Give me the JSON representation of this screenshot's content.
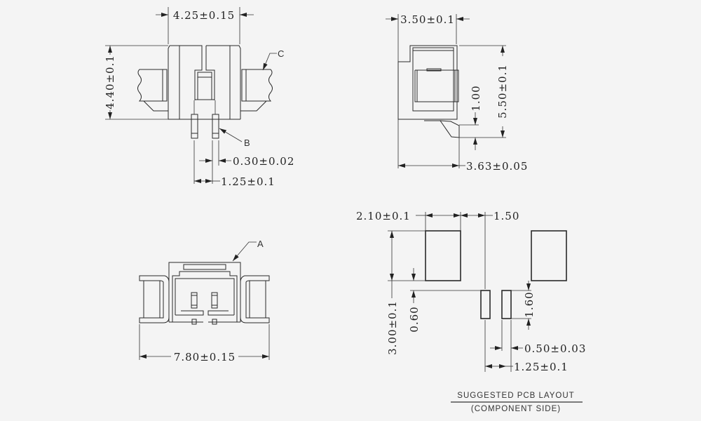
{
  "top_view": {
    "width_dim": "4.25±0.15",
    "height_dim": "4.40±0.1",
    "pin_width_dim": "0.30±0.02",
    "pitch_dim": "1.25±0.1",
    "callout_b": "B",
    "callout_c": "C"
  },
  "side_view": {
    "width_dim": "3.50±0.1",
    "height_dim": "5.50±0.1",
    "lead_dim": "1.00",
    "overall_dim": "3.63±0.05"
  },
  "front_view": {
    "width_dim": "7.80±0.15",
    "callout_a": "A"
  },
  "pcb_layout": {
    "pad_width_dim": "2.10±0.1",
    "gap_dim": "1.50",
    "pad_height_dim": "3.00±0.1",
    "offset_dim": "0.60",
    "small_pad_height_dim": "1.60",
    "small_pad_width_dim": "0.50±0.03",
    "pitch_dim": "1.25±0.1",
    "title": "SUGGESTED PCB LAYOUT",
    "subtitle": "(COMPONENT SIDE)"
  }
}
